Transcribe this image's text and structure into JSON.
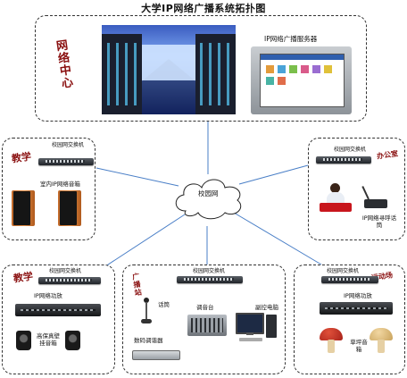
{
  "title": "大学IP网络广播系统拓扑图",
  "cloud_label": "校园网",
  "top": {
    "seal": "网络中心",
    "server_label": "IP网络广播服务器"
  },
  "left_mid": {
    "seal": "教学",
    "switch_label": "校园网交换机",
    "device_label": "室内IP网络音箱"
  },
  "right_mid": {
    "seal": "办公室",
    "switch_label": "校园网交换机",
    "device_label": "IP网络寻呼话筒"
  },
  "bottom_left": {
    "seal": "教学",
    "switch_label": "校园网交换机",
    "amp_label": "IP网络功放",
    "speaker_label": "高保真壁挂音箱"
  },
  "bottom_center": {
    "seal": "广播站",
    "switch_label": "校园网交换机",
    "mic_label": "话筒",
    "mixer_label": "调音台",
    "pc_label": "副控电脑",
    "tuner_label": "数码调谐器"
  },
  "bottom_right": {
    "seal": "运动场",
    "switch_label": "校园网交换机",
    "amp_label": "IP网络功放",
    "speaker_label": "草坪音箱"
  },
  "colors": {
    "line": "#4a7fc7",
    "seal": "#8a1010",
    "wood": "#d87f3a"
  }
}
